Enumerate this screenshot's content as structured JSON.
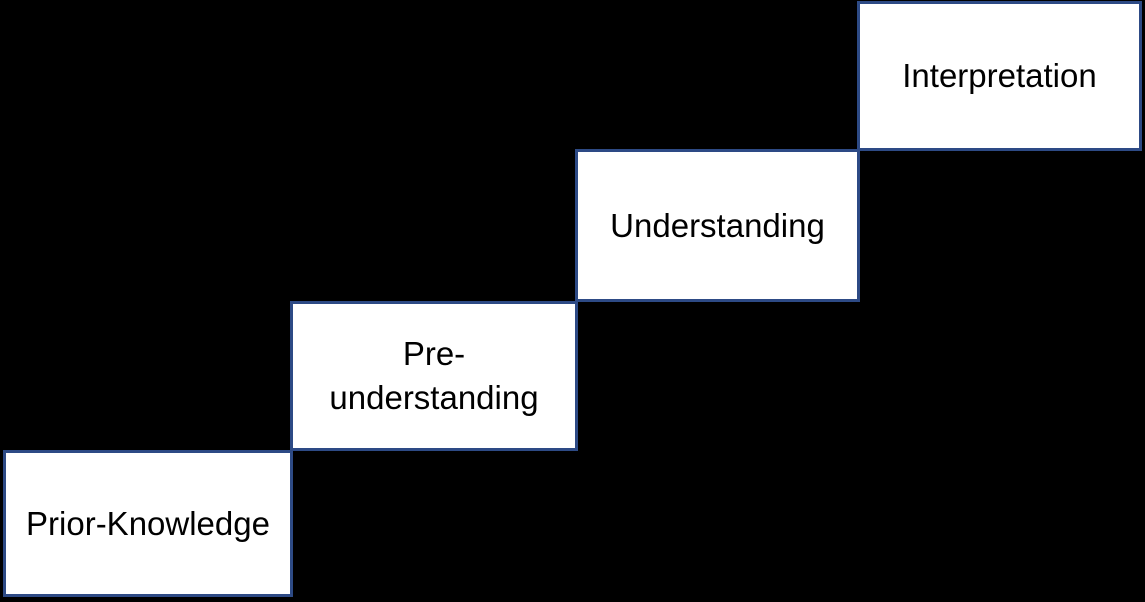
{
  "diagram": {
    "type": "staircase-concept-diagram",
    "boxes": [
      {
        "label": "Prior-Knowledge"
      },
      {
        "label": "Pre-understanding"
      },
      {
        "label": "Understanding"
      },
      {
        "label": "Interpretation"
      }
    ],
    "colors": {
      "background": "#000000",
      "box_fill": "#ffffff",
      "box_border": "#2d4a85",
      "text": "#000000"
    }
  }
}
